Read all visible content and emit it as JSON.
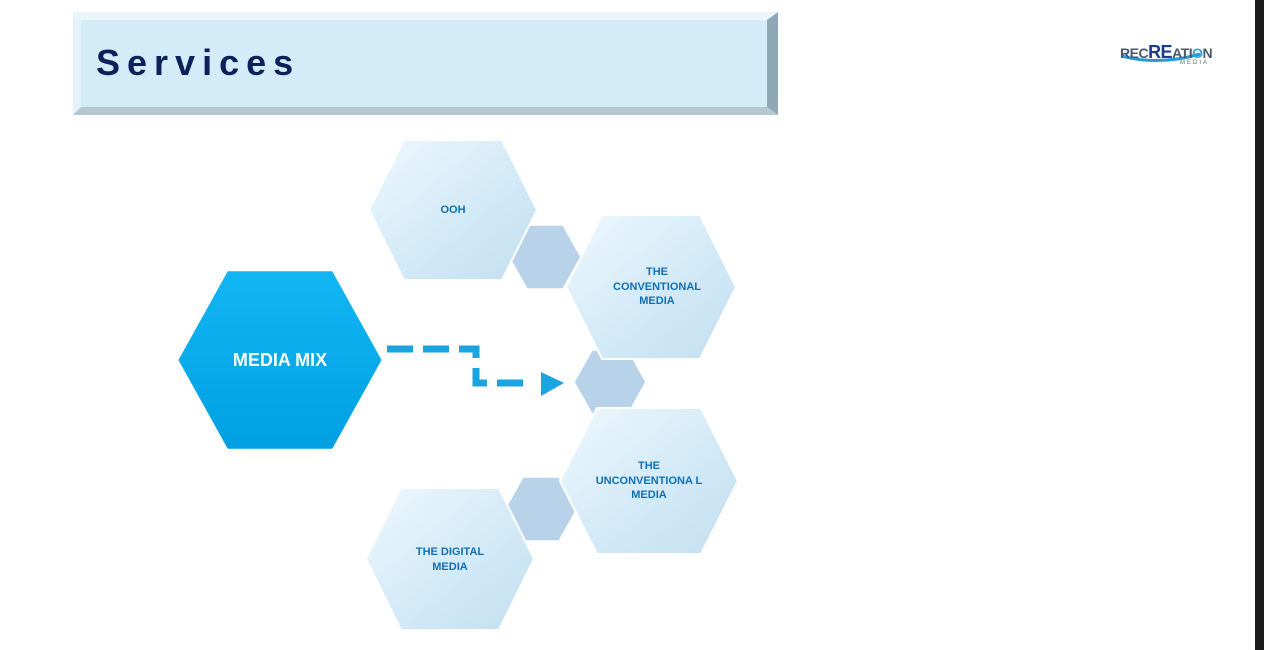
{
  "slide": {
    "title": "Services",
    "logo": {
      "word_prefix": "REC",
      "word_highlight": "RE",
      "word_mid": "ATI",
      "word_o": "O",
      "word_suffix": "N",
      "sub": "MEDIA"
    }
  },
  "diagram": {
    "center": "MEDIA MIX",
    "nodes": [
      "OOH",
      "THE CONVENTIONAL MEDIA",
      "THE UNCONVENTIONA L MEDIA",
      "THE DIGITAL MEDIA"
    ]
  },
  "colors": {
    "title_text": "#0b2159",
    "banner_fill": "#d4ecf8",
    "center_fill": "#00aeef",
    "node_fill": "#d3eaf7",
    "node_text": "#0f6fb8",
    "connector_fill": "#b8d2ea",
    "arrow": "#1aa4e2"
  }
}
